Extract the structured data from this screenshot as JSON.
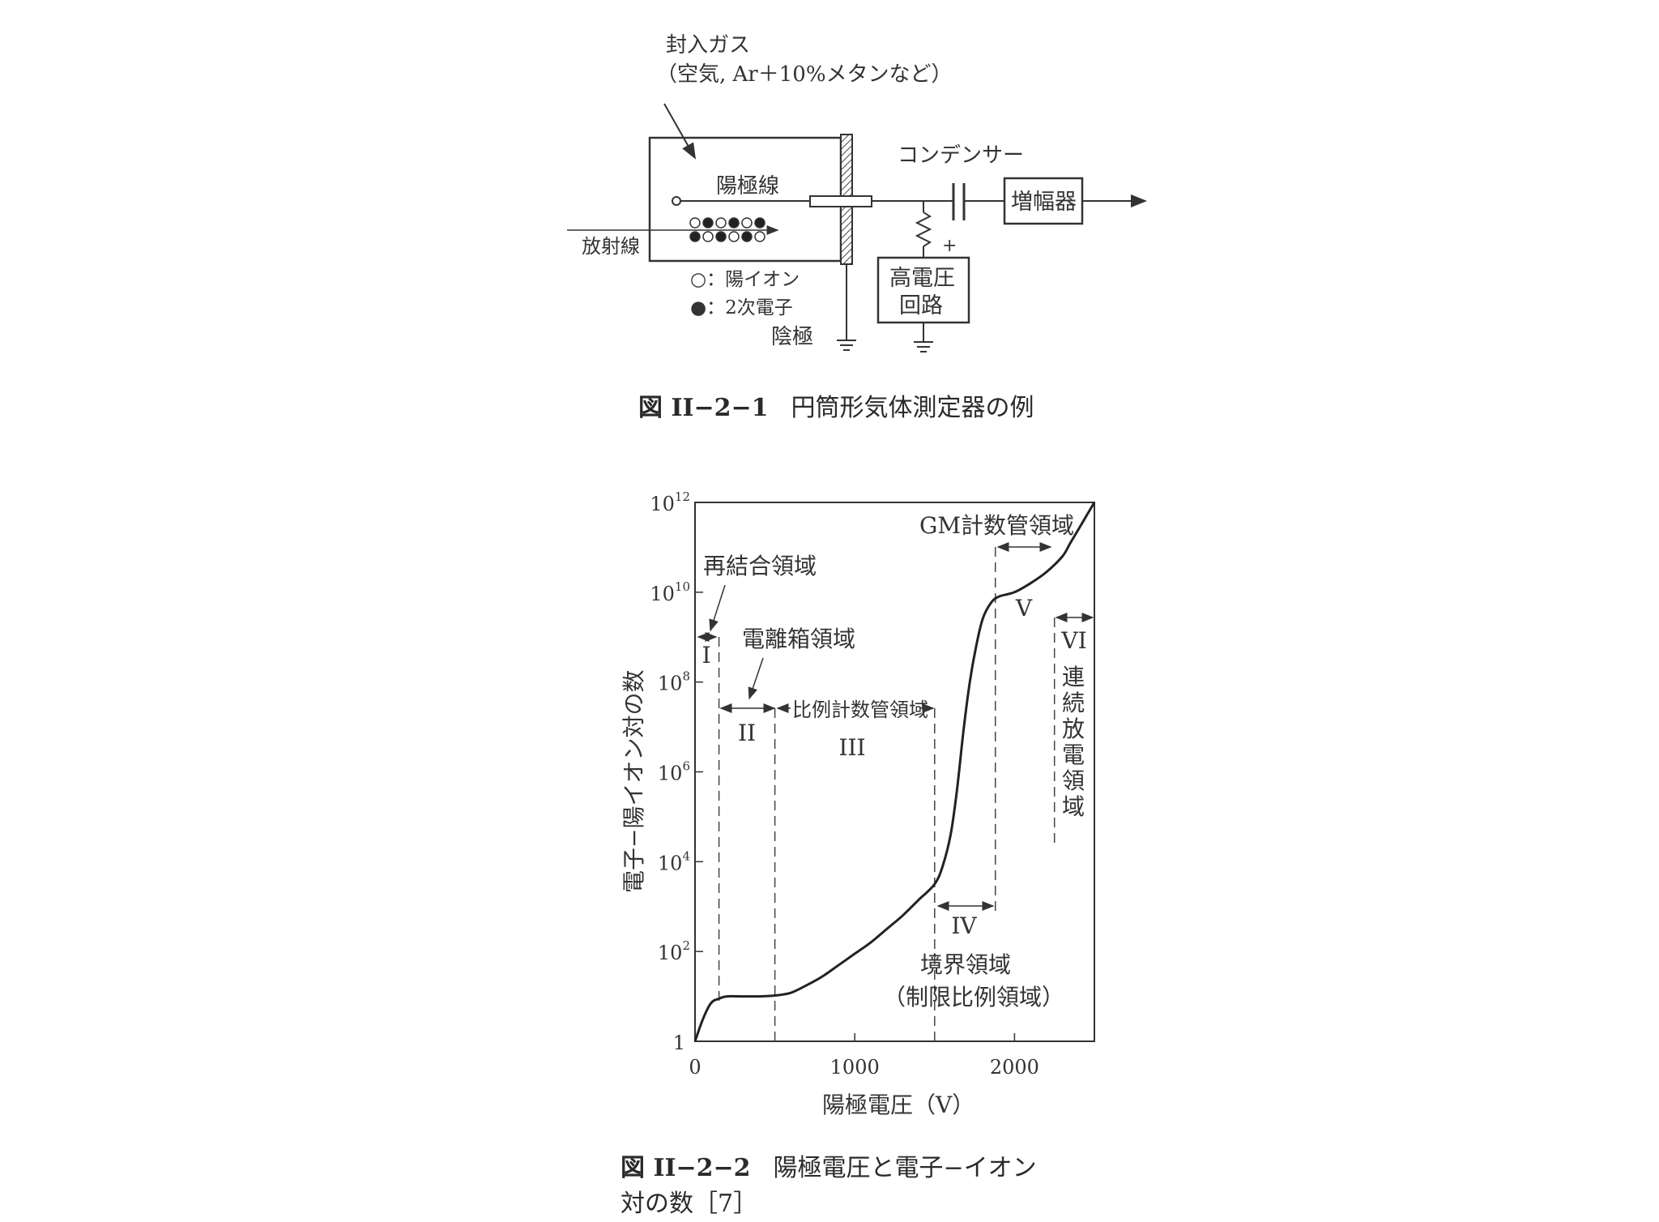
{
  "figure1": {
    "gas_label": "封入ガス",
    "gas_detail": "（空気, Ar＋10%メタンなど）",
    "anode_wire": "陽極線",
    "radiation": "放射線",
    "legend_positive": "○：陽イオン",
    "legend_secondary": "●：2次電子",
    "cathode": "陰極",
    "capacitor": "コンデンサー",
    "amplifier": "増幅器",
    "hv_line1": "高電圧",
    "hv_line2": "回路",
    "plus_sign": "+",
    "caption_number": "図 II−2−1",
    "caption_text": "円筒形気体測定器の例"
  },
  "figure2": {
    "caption_number": "図 II−2−2",
    "caption_text_line1": "陽極電圧と電子−イオン",
    "caption_text_line2": "対の数［7］",
    "chart_data": {
      "type": "line",
      "xlabel": "陽極電圧（V）",
      "ylabel": "電子−陽イオン対の数",
      "xlim": [
        0,
        2500
      ],
      "ylim_log10": [
        0,
        12
      ],
      "y_scale": "log",
      "x_ticks": [
        "0",
        "1000",
        "2000"
      ],
      "x_tick_values": [
        0,
        1000,
        2000
      ],
      "y_ticks": [
        {
          "base": "1",
          "exp": "",
          "log10": 0
        },
        {
          "base": "10",
          "exp": "2",
          "log10": 2
        },
        {
          "base": "10",
          "exp": "4",
          "log10": 4
        },
        {
          "base": "10",
          "exp": "6",
          "log10": 6
        },
        {
          "base": "10",
          "exp": "8",
          "log10": 8
        },
        {
          "base": "10",
          "exp": "10",
          "log10": 10
        },
        {
          "base": "10",
          "exp": "12",
          "log10": 12
        }
      ],
      "curve": {
        "x": [
          0,
          50,
          100,
          150,
          200,
          300,
          400,
          500,
          600,
          700,
          800,
          900,
          1000,
          1100,
          1200,
          1300,
          1400,
          1500,
          1550,
          1600,
          1640,
          1680,
          1720,
          1760,
          1800,
          1850,
          1900,
          2000,
          2100,
          2200,
          2300,
          2350,
          2400,
          2450,
          2500
        ],
        "log10_y": [
          0,
          0.5,
          0.85,
          0.95,
          1.0,
          1.0,
          1.0,
          1.02,
          1.08,
          1.25,
          1.45,
          1.7,
          1.95,
          2.2,
          2.5,
          2.8,
          3.15,
          3.5,
          3.9,
          4.6,
          5.6,
          6.9,
          8.0,
          8.8,
          9.4,
          9.75,
          9.9,
          10.0,
          10.2,
          10.45,
          10.8,
          11.1,
          11.4,
          11.7,
          12.0
        ]
      },
      "region_boundaries": [
        150,
        500,
        1500,
        1880,
        2250
      ],
      "annotations": {
        "recombination": "再結合領域",
        "ionization": "電離箱領域",
        "proportional": "比例計数管領域",
        "limited_line1": "境界領域",
        "limited_line2": "（制限比例領域）",
        "gm": "GM計数管領域",
        "continuous": "連続放電領域"
      },
      "region_numerals": [
        "I",
        "II",
        "III",
        "IV",
        "V",
        "VI"
      ]
    }
  }
}
